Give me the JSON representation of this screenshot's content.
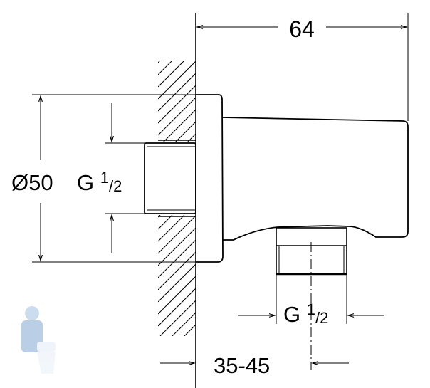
{
  "dimensions": {
    "width_overall": "64",
    "diameter": "Ø50",
    "wall_thread": {
      "main": "G ",
      "sup": "1",
      "sub": "/2"
    },
    "outlet_thread": {
      "main": "G ",
      "sup": "1",
      "sub": "/2"
    },
    "wall_offset": "35-45"
  }
}
